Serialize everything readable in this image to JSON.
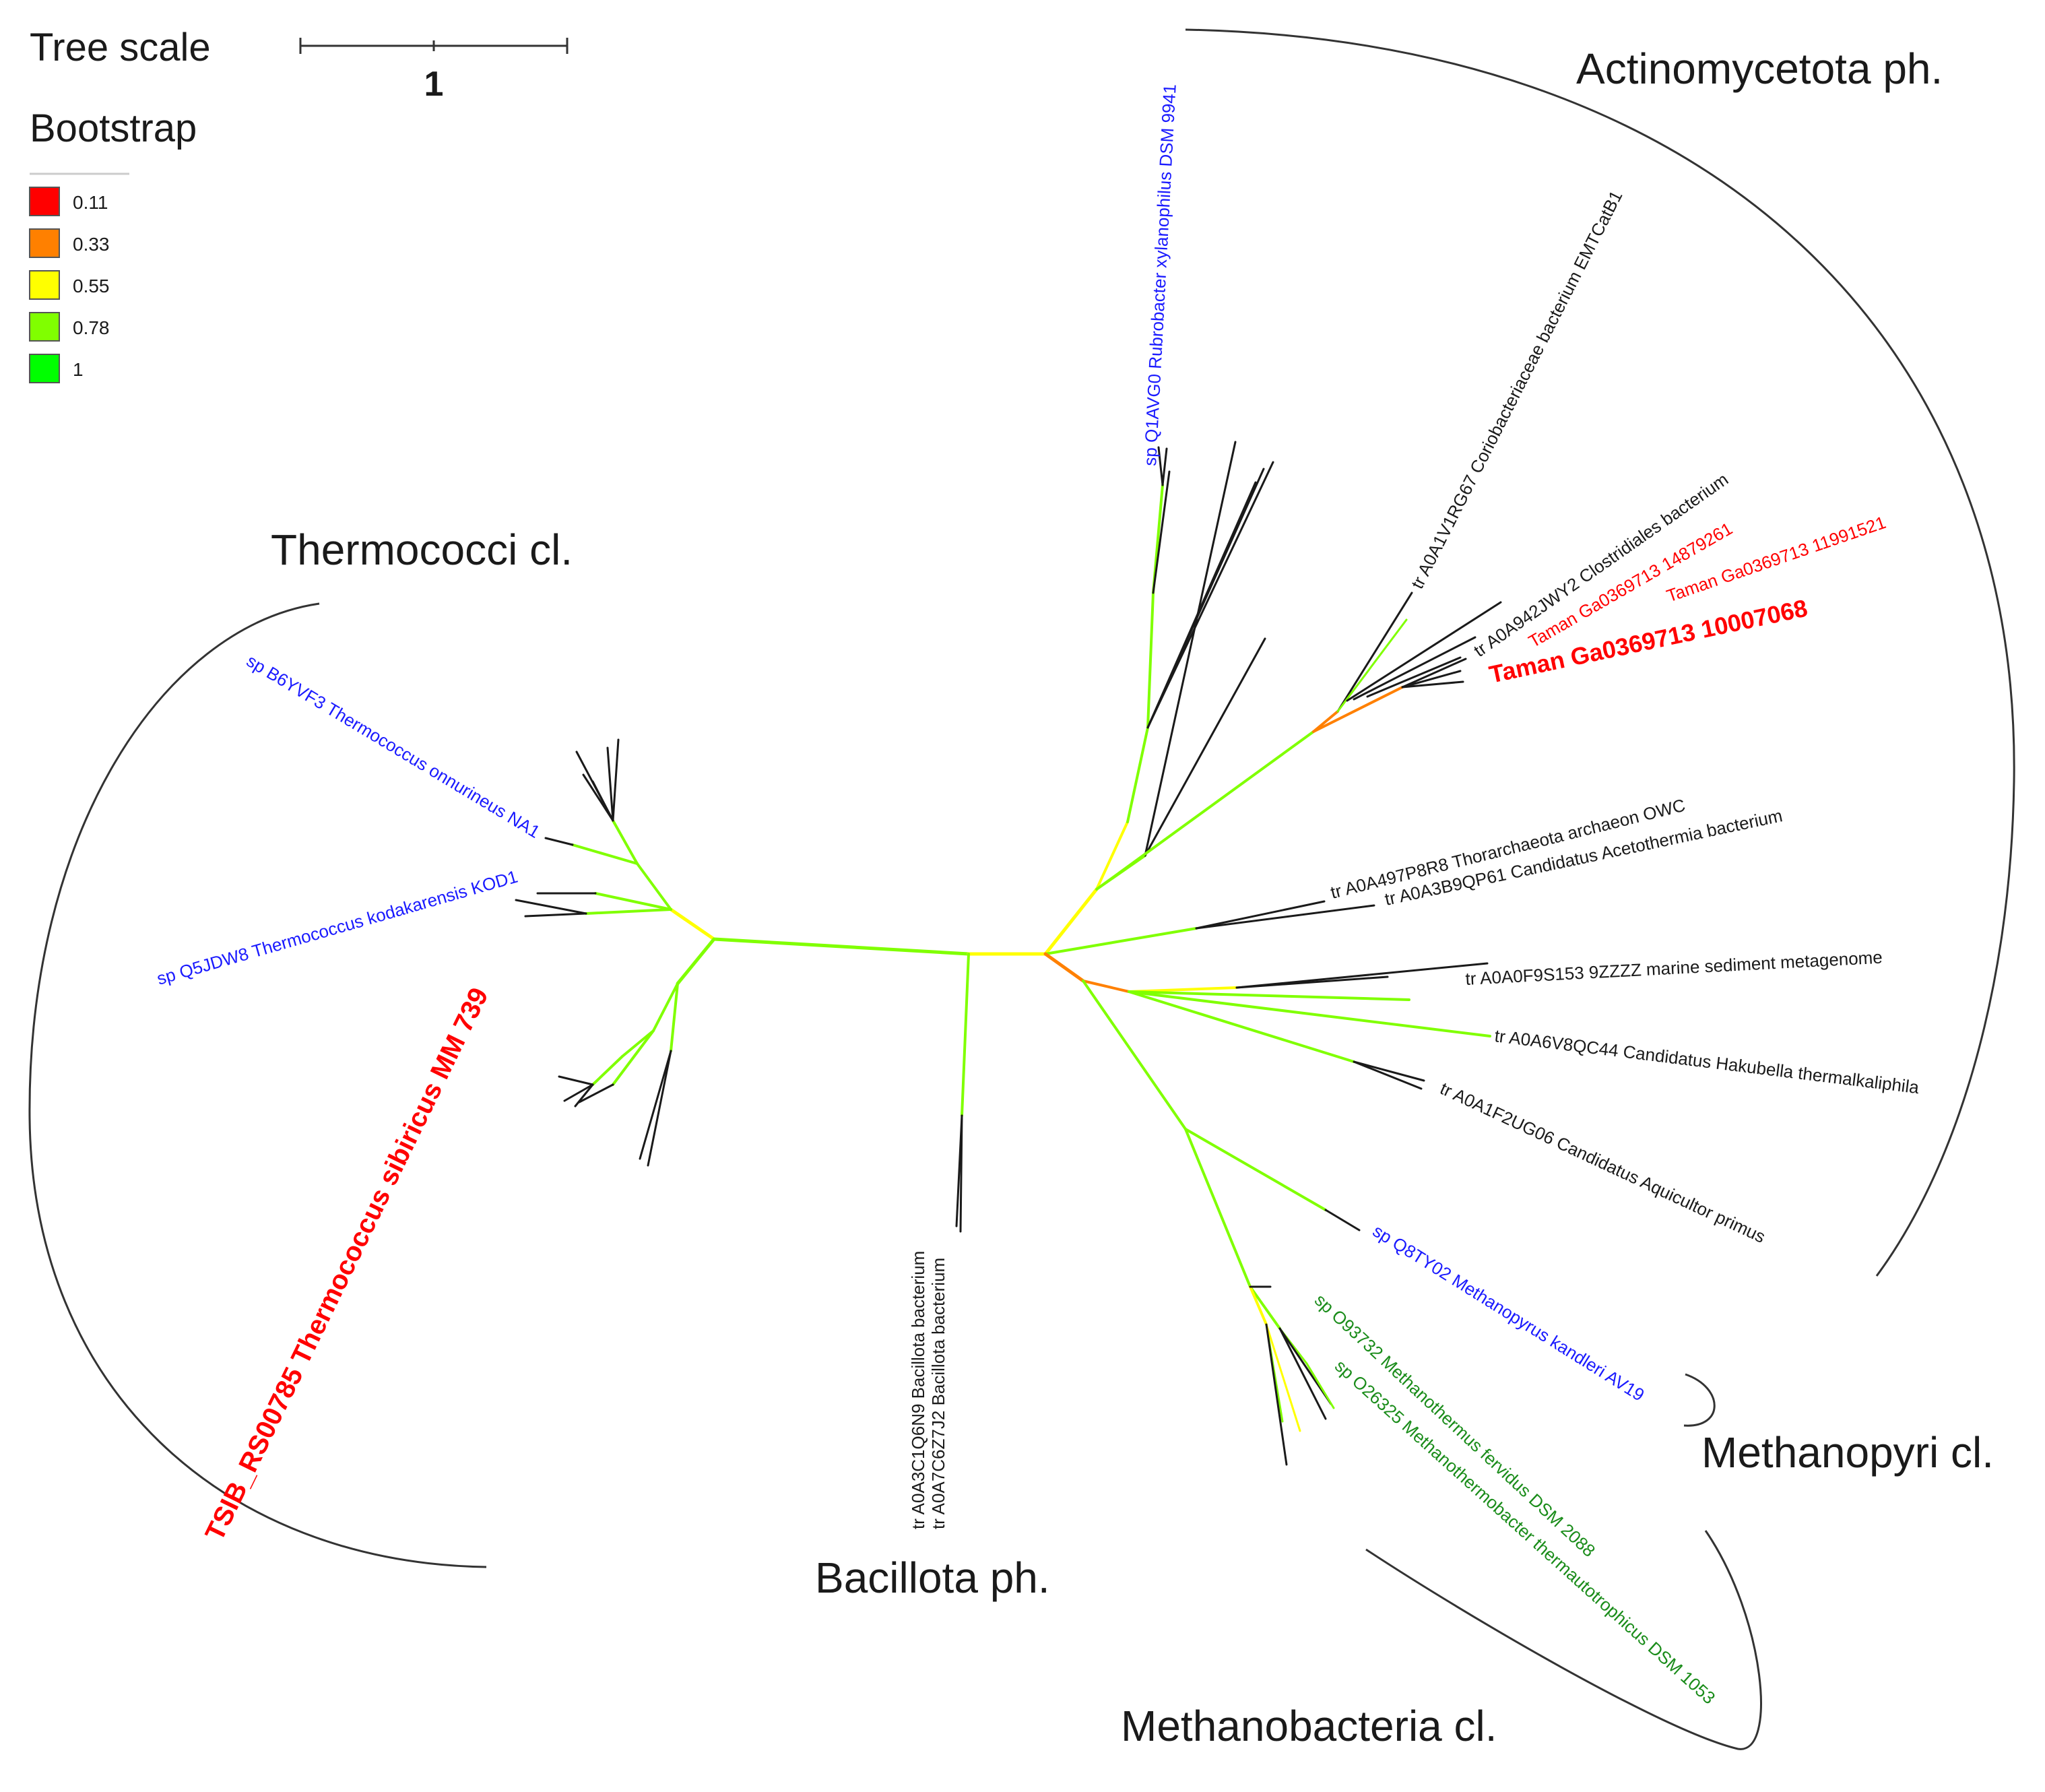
{
  "legend": {
    "tree_scale_label": "Tree scale",
    "scale_value": "1",
    "bootstrap_label": "Bootstrap",
    "bootstrap_levels": [
      {
        "value": "0.11",
        "color": "#ff0000"
      },
      {
        "value": "0.33",
        "color": "#ff8000"
      },
      {
        "value": "0.55",
        "color": "#ffff00"
      },
      {
        "value": "0.78",
        "color": "#80ff00"
      },
      {
        "value": "1",
        "color": "#00ff00"
      }
    ]
  },
  "clades": {
    "thermococci": "Thermococci cl.",
    "actinomycetota": "Actinomycetota ph.",
    "bacillota": "Bacillota ph.",
    "methanopyri": "Methanopyri cl.",
    "methanobacteria": "Methanobacteria cl."
  },
  "leaves": {
    "b6yvf3": "sp B6YVF3 Thermococcus onnurineus NA1",
    "q5jdw8": "sp Q5JDW8 Thermococcus kodakarensis KOD1",
    "tsib": "TSIB_RS00785 Thermococcus sibiricus MM 739",
    "q1avg0": "sp Q1AVG0 Rubrobacter xylanophilus DSM 9941",
    "a0a1v1rg67": "tr A0A1V1RG67 Coriobacteriaceae bacterium EMTCatB1",
    "a0a942jwy2": "tr A0A942JWY2 Clostridiales bacterium",
    "taman_14879261": "Taman Ga0369713 14879261",
    "taman_11991521": "Taman Ga0369713 11991521",
    "taman_10007068": "Taman Ga0369713 10007068",
    "a0a497p8r8": "tr A0A497P8R8 Thorarchaeota archaeon OWC",
    "a0a3b9qp61": "tr A0A3B9QP61 Candidatus Acetothermia bacterium",
    "a0a0f9s153": "tr A0A0F9S153 9ZZZZ marine sediment metagenome",
    "a0a6v8qc44": "tr A0A6V8QC44 Candidatus Hakubella thermalkaliphila",
    "a0a1f2ug06": "tr A0A1F2UG06 Candidatus Aquicultor primus",
    "q8ty02": "sp Q8TY02 Methanopyrus kandleri AV19",
    "o93732": "sp O93732 Methanothermus fervidus DSM 2088",
    "o26325": "sp O26325 Methanothermobacter thermautotrophicus DSM 1053",
    "a0a3c1q6n9": "tr A0A3C1Q6N9 Bacillota bacterium",
    "a0a7c6z7j2": "tr A0A7C6Z7J2 Bacillota bacterium"
  },
  "colors": {
    "query": "#ff0000",
    "swissprot": "#1a1aff",
    "methanobacteria": "#1a8c1a",
    "trembl": "#1a1a1a",
    "arc": "#333333"
  }
}
